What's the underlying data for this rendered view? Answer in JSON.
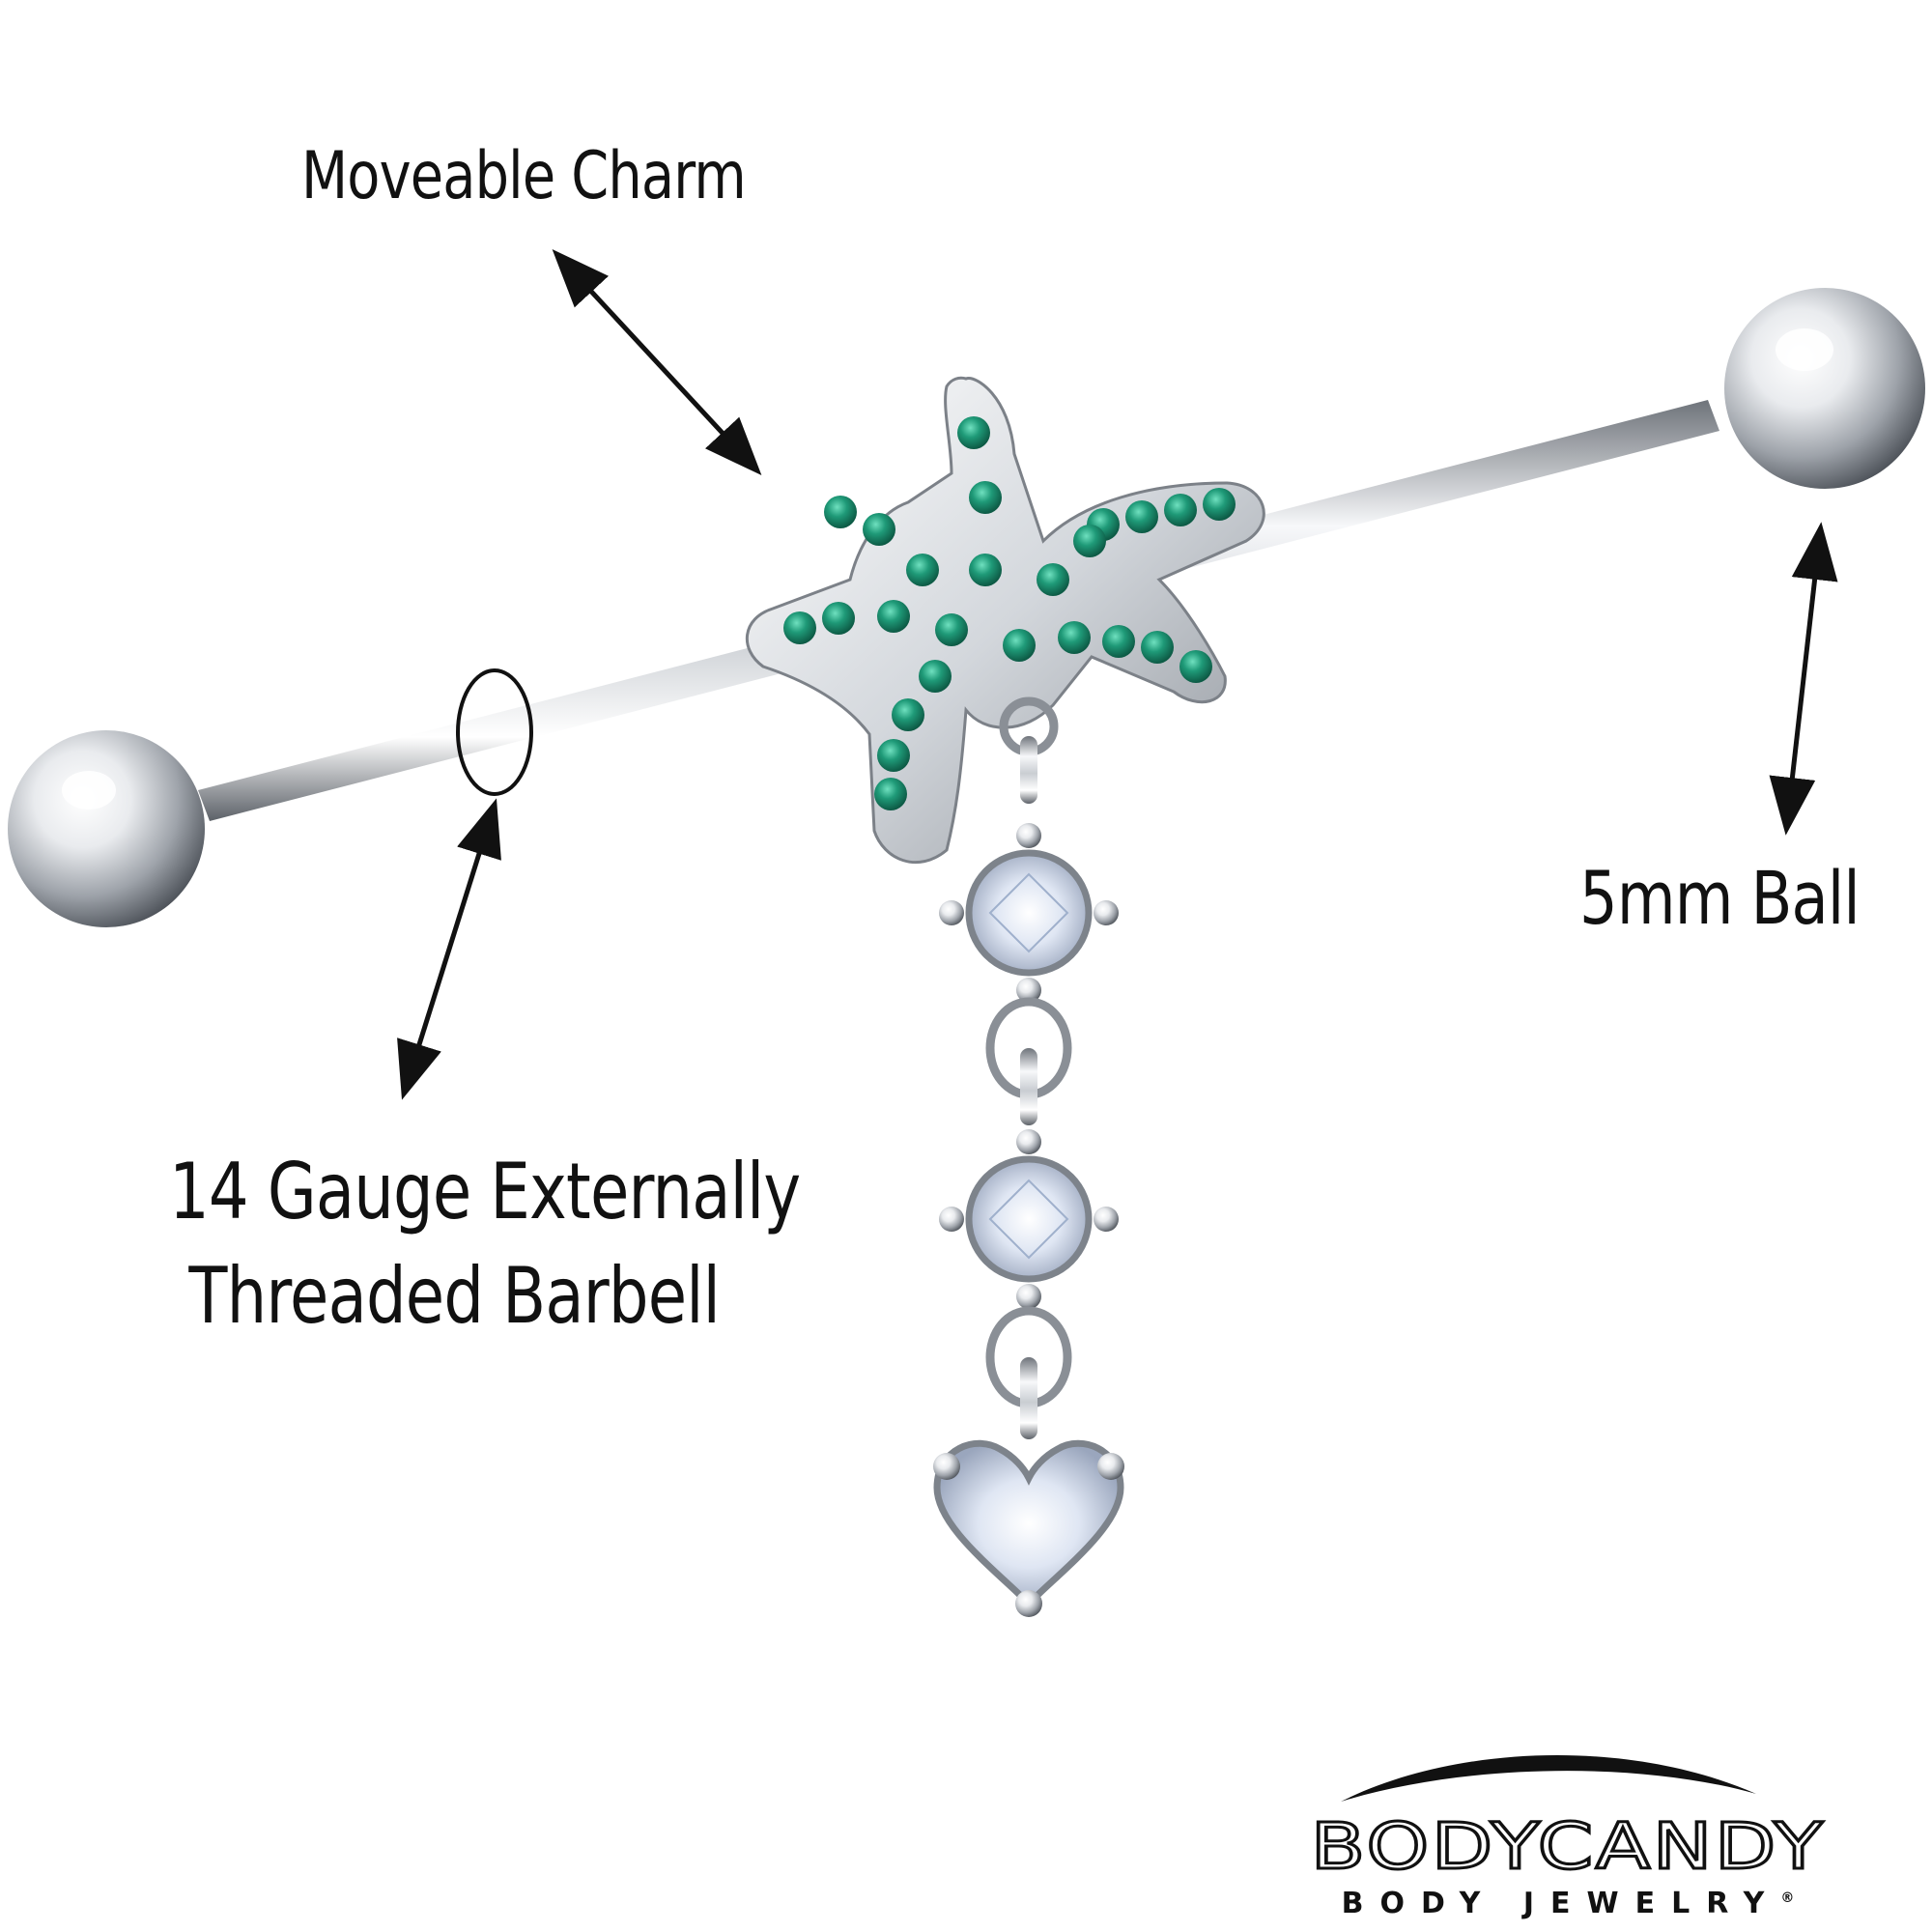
{
  "callouts": {
    "charm": "Moveable Charm",
    "ball": "5mm Ball",
    "barbell_line1": "14 Gauge Externally",
    "barbell_line2": "Threaded Barbell"
  },
  "brand": {
    "wordmark": "BODYCANDY",
    "tagline": "BODY JEWELRY",
    "registered_mark": "®"
  },
  "colors": {
    "background": "#ffffff",
    "text": "#111111",
    "steel_light": "#f4f5f7",
    "steel_dark": "#5f646b",
    "opal_green": "#1f9a78",
    "gem_clear": "#e8eef8"
  },
  "icons": {
    "charm_arrow": "double-arrow-icon",
    "ball_arrow": "double-arrow-icon",
    "barbell_arrow": "double-arrow-icon",
    "thread_marker": "ring-marker-icon"
  }
}
